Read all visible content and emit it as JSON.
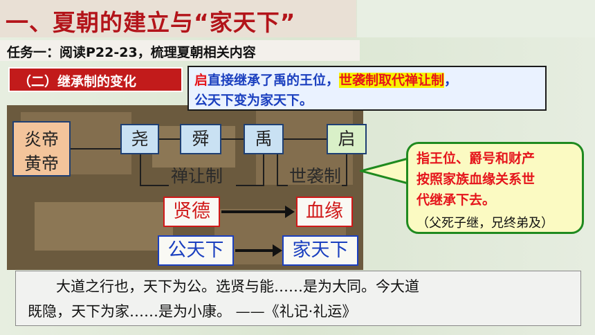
{
  "title": "一、夏朝的建立与“家天下”",
  "task": "任务一：阅读P22-23，梳理夏朝相关内容",
  "subsection": "（二）继承制的变化",
  "summary": {
    "line1_part1": "启",
    "line1_part2": "直接继承了禹的王位，",
    "line1_part3": "世袭制取代禅让制",
    "line1_part4": "，",
    "line2": "公天下变为家天下。"
  },
  "diagram": {
    "ancestors": [
      "炎帝",
      "黄帝"
    ],
    "rulers": [
      "尧",
      "舜",
      "禹"
    ],
    "successor": "启",
    "bracket_left_label": "禅让制",
    "bracket_right_label": "世袭制",
    "from_basis": "贤德",
    "to_basis": "血缘",
    "from_system": "公天下",
    "to_system": "家天下"
  },
  "bubble": {
    "line1": "指王位、爵号和财产",
    "line2": "按照家族血缘关系世",
    "line3": "代继承下去。",
    "note": "（父死子继，兄终弟及）"
  },
  "quote": {
    "line1": "大道之行也，天下为公。选贤与能……是为大同。今大道",
    "line2": "既隐，天下为家……是为小康。    ——《礼记·礼运》"
  },
  "colors": {
    "title_red": "#b3141a",
    "banner_red": "#c21b1b",
    "highlight_yellow": "#f7f200",
    "text_red": "#e5141b",
    "text_blue": "#1a3fbf",
    "bubble_border_green": "#1f8a1f"
  }
}
